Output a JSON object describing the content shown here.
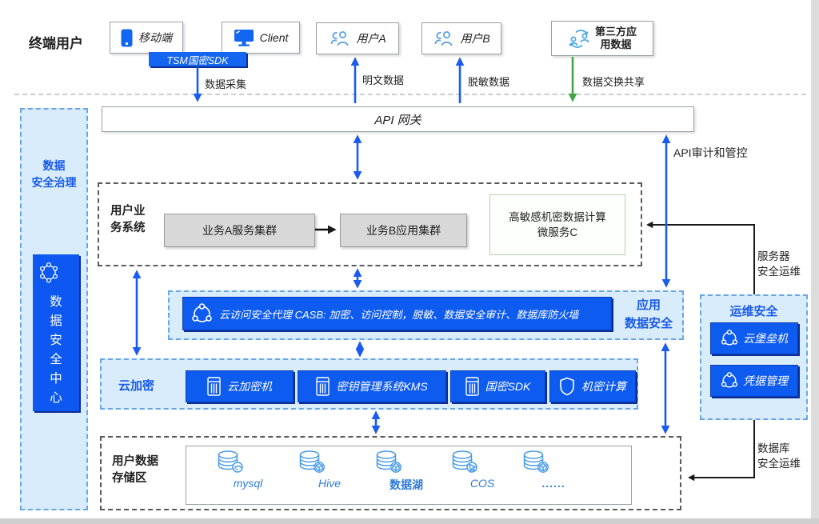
{
  "top": {
    "section_label": "终端用户",
    "sdk_banner": "TSM国密SDK",
    "nodes": [
      {
        "label": "移动端"
      },
      {
        "label": "Client"
      },
      {
        "label": "用户A"
      },
      {
        "label": "用户B"
      },
      {
        "label": "第三方应\n用数据"
      }
    ]
  },
  "flow_labels": {
    "collect": "数据采集",
    "plain": "明文数据",
    "masked": "脱敏数据",
    "exchange": "数据交换共享",
    "api_audit": "API审计和管控",
    "server_ops": "服务器\n安全运维",
    "db_ops": "数据库\n安全运维"
  },
  "gateway": {
    "label": "API 网关"
  },
  "sidebar": {
    "title": "数据\n安全治理",
    "center_label": "数据安全中心"
  },
  "business": {
    "title": "用户业\n务系统",
    "cluster_a": "业务A服务集群",
    "cluster_b": "业务B应用集群",
    "microservice": "高敏感机密数据计算\n微服务C"
  },
  "casb": {
    "bar_text": "云访问安全代理 CASB: 加密、访问控制，脱敏、数据安全审计、数据库防火墙",
    "side_label": "应用\n数据安全"
  },
  "encrypt": {
    "title": "云加密",
    "items": [
      {
        "label": "云加密机"
      },
      {
        "label": "密钥管理系统KMS"
      },
      {
        "label": "国密SDK"
      },
      {
        "label": "机密计算"
      }
    ]
  },
  "storage": {
    "title": "用户数据\n存储区",
    "items": [
      "mysql",
      "Hive",
      "数据湖",
      "COS",
      "......"
    ]
  },
  "ops": {
    "title": "运维安全",
    "items": [
      {
        "label": "云堡垒机"
      },
      {
        "label": "凭据管理"
      }
    ]
  },
  "colors": {
    "primary_blue": "#0e5bf0",
    "arrow_blue": "#1b5bf0",
    "green": "#43a447",
    "panel_bg": "#d8ecfb",
    "panel_border": "#6aa6e6",
    "blue_text": "#1a5ae8",
    "green_box_border": "#b6d2aa"
  }
}
